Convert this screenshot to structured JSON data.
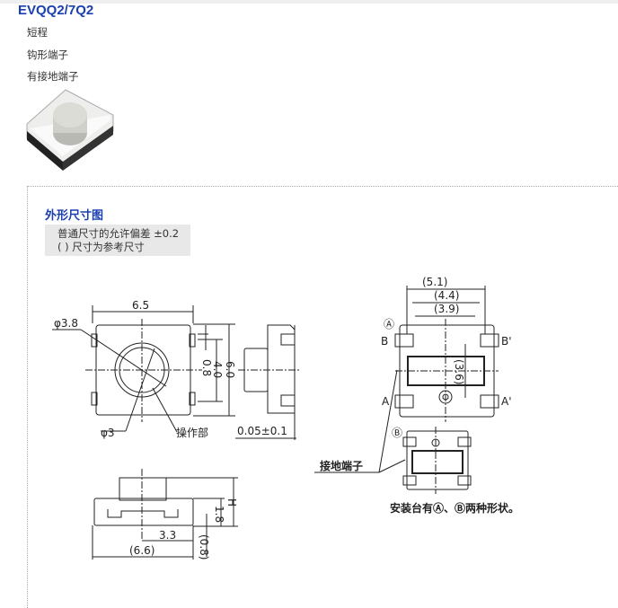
{
  "product": {
    "title": "EVQQ2/7Q2",
    "features": [
      "短程",
      "钩形端子",
      "有接地端子"
    ]
  },
  "section": {
    "heading": "外形尺寸图",
    "notes": [
      "普通尺寸的允许偏差 ±0.2",
      "( ) 尺寸为参考尺寸"
    ]
  },
  "drawing": {
    "front": {
      "width": "6.5",
      "phi_outer": "φ3.8",
      "phi_inner": "φ3",
      "operating_part": "操作部",
      "dim_08": "0.8",
      "dim_40": "4.0",
      "dim_60": "6.0"
    },
    "side": {
      "tolerance": "0.05±0.1"
    },
    "bottom": {
      "dim_33": "3.3",
      "dim_66": "(6.6)",
      "dim_H": "H",
      "dim_18": "1.8",
      "dim_08": "(0.8)"
    },
    "pads": {
      "dim_51": "(5.1)",
      "dim_44": "(4.4)",
      "dim_39": "(3.9)",
      "dim_36": "(3.6)",
      "label_A_circle": "Ⓐ",
      "label_B_circle": "Ⓑ",
      "B": "B",
      "B_prime": "B'",
      "A": "A",
      "A_prime": "A'",
      "ground_terminal": "接地端子",
      "mount_note": "安装台有Ⓐ、Ⓑ两种形状。"
    }
  }
}
